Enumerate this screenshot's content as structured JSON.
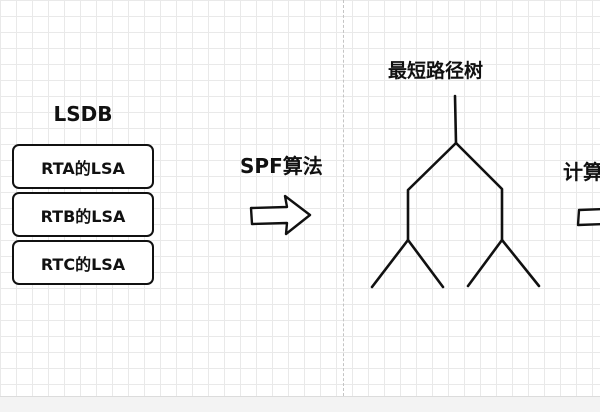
{
  "lsdb": {
    "title": "LSDB",
    "entries": [
      "RTA的LSA",
      "RTB的LSA",
      "RTC的LSA"
    ]
  },
  "algorithm": {
    "label": "SPF算法"
  },
  "tree": {
    "title": "最短路径树"
  },
  "next_step": {
    "label": "计算"
  },
  "colors": {
    "ink": "#111111",
    "grid": "#e9e9e9",
    "background": "#ffffff"
  }
}
